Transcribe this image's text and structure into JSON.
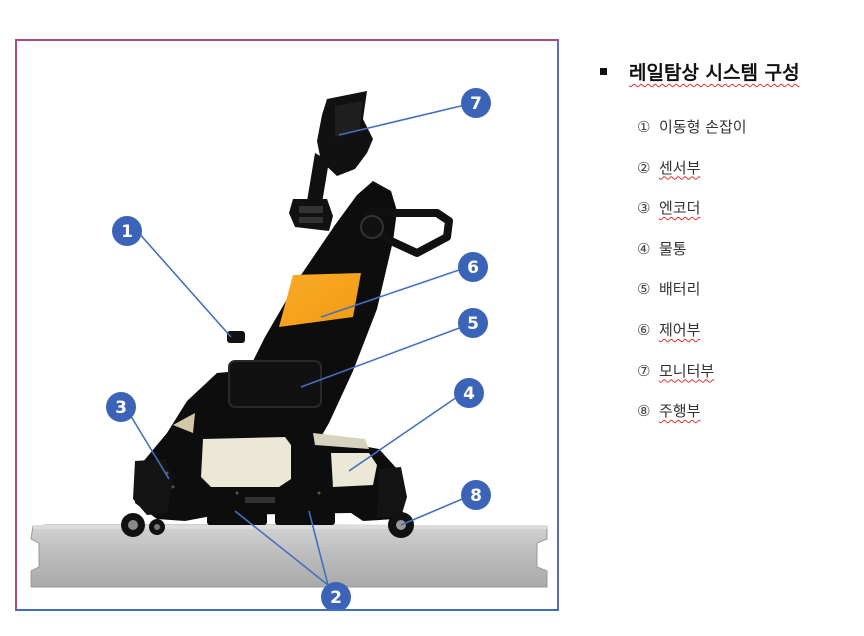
{
  "legend": {
    "title": "레일탐상 시스템 구성",
    "items": [
      {
        "num": "①",
        "label": "이동형 손잡이",
        "underline": false
      },
      {
        "num": "②",
        "label": "센서부",
        "underline": true
      },
      {
        "num": "③",
        "label": "엔코더",
        "underline": true
      },
      {
        "num": "④",
        "label": "물통",
        "underline": false
      },
      {
        "num": "⑤",
        "label": "배터리",
        "underline": false
      },
      {
        "num": "⑥",
        "label": "제어부",
        "underline": true
      },
      {
        "num": "⑦",
        "label": "모니터부",
        "underline": true
      },
      {
        "num": "⑧",
        "label": "주행부",
        "underline": true
      }
    ]
  },
  "callouts": [
    "1",
    "2",
    "3",
    "4",
    "5",
    "6",
    "7",
    "8"
  ],
  "colors": {
    "badge": "#3b63b8",
    "leader_line": "#4470c0",
    "body": "#0d0d0d",
    "control_panel": "#f7a21b",
    "cream_panel": "#ece8d6",
    "rail": "#bdbdbd"
  }
}
